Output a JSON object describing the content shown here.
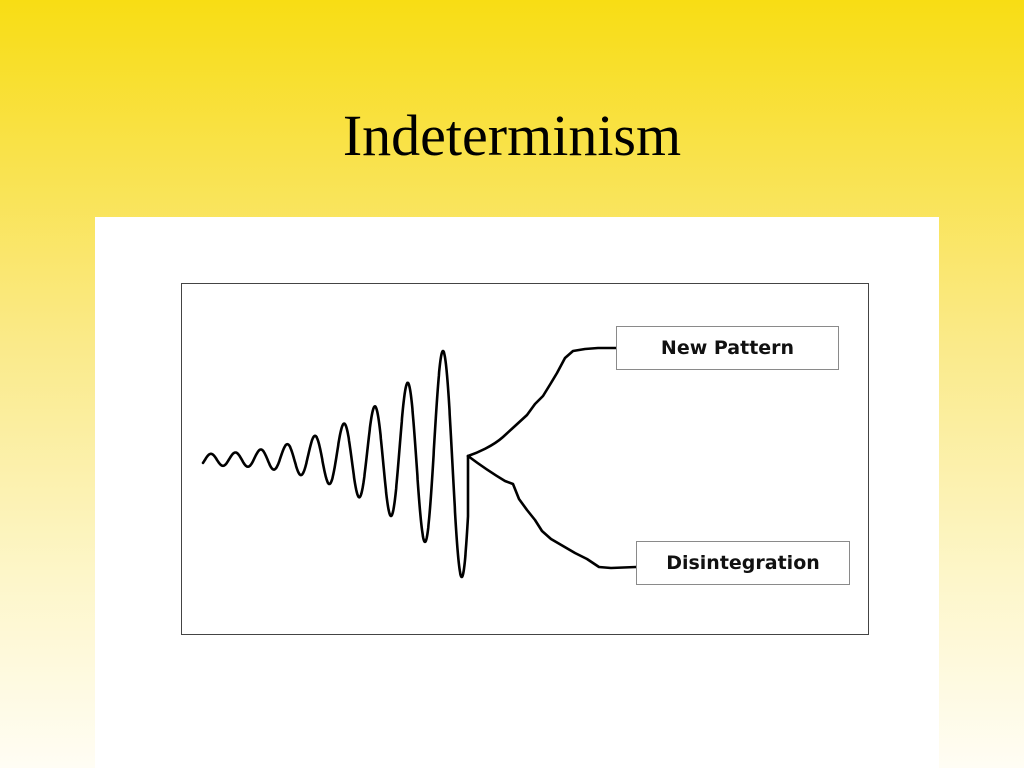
{
  "slide": {
    "title": "Indeterminism"
  },
  "diagram": {
    "labels": {
      "upper_branch": "New Pattern",
      "lower_branch": "Disintegration"
    },
    "stroke_color": "#000000"
  }
}
